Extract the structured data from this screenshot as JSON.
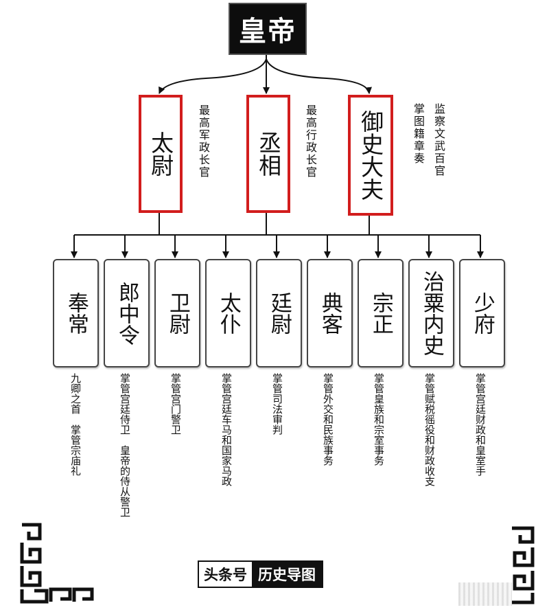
{
  "emperor": {
    "label": "皇帝"
  },
  "top_officials": [
    {
      "id": "taiwei",
      "name": "太尉",
      "note": "最高军政长官"
    },
    {
      "id": "chengxiang",
      "name": "丞相",
      "note": "最高行政长官"
    },
    {
      "id": "yushidafu",
      "name": "御史大夫",
      "note_columns": [
        "监察文武百官",
        "掌图籍章奏"
      ]
    }
  ],
  "ministers": [
    {
      "id": "fengchang",
      "name": "奉常",
      "duty": "九卿之首　掌管宗庙礼"
    },
    {
      "id": "langzhongling",
      "name": "郎中令",
      "duty": "掌管宫廷侍卫　皇帝的侍从警卫"
    },
    {
      "id": "weiwei",
      "name": "卫尉",
      "duty": "掌管宫门警卫"
    },
    {
      "id": "taipu",
      "name": "太仆",
      "duty": "掌管宫廷车马和国家马政"
    },
    {
      "id": "tingwei",
      "name": "廷尉",
      "duty": "掌管司法审判"
    },
    {
      "id": "dianke",
      "name": "典客",
      "duty": "掌管外交和民族事务"
    },
    {
      "id": "zongzheng",
      "name": "宗正",
      "duty": "掌管皇族和宗室事务"
    },
    {
      "id": "zhisuneishi",
      "name": "治粟内史",
      "duty": "掌管赋税徭役和财政收支"
    },
    {
      "id": "shaofu",
      "name": "少府",
      "duty": "掌管宫廷财政和皇室手"
    }
  ],
  "watermark": {
    "left": "头条号",
    "right": "历史导图"
  }
}
